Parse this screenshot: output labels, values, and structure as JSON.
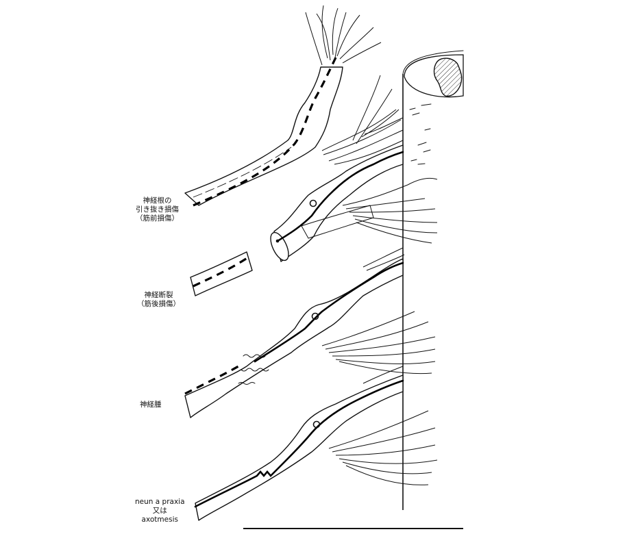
{
  "labels": {
    "avulsion": [
      "神経根の",
      "引き抜き損傷",
      "（筋前損傷）"
    ],
    "rupture": [
      "神経断裂",
      "（筋後損傷）"
    ],
    "neuroma": [
      "神経腫"
    ],
    "neurapraxia": [
      "neun a praxia",
      "又は",
      "axotmesis"
    ]
  }
}
